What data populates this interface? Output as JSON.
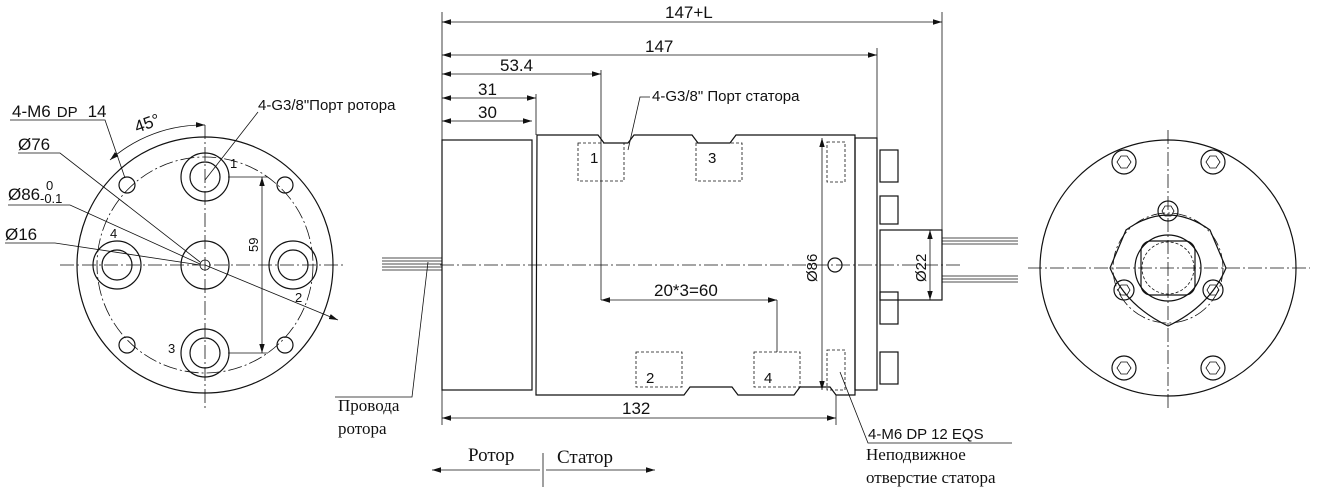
{
  "colors": {
    "line": "#111111",
    "background": "#ffffff"
  },
  "left_view": {
    "callout_m6": "4-M6",
    "callout_m6_dp": "DP",
    "callout_m6_depth": "14",
    "angle": "45°",
    "dia76": "Ø76",
    "dia86": "Ø86",
    "dia86_tol_upper": "0",
    "dia86_tol_lower": "-0.1",
    "dia16": "Ø16",
    "rotor_port": "4-G3/8\"Порт ротора",
    "dim59": "59",
    "port_labels": [
      "1",
      "2",
      "3",
      "4"
    ]
  },
  "side_view": {
    "dim_147L": "147+L",
    "dim_147": "147",
    "dim_53_4": "53.4",
    "dim_31": "31",
    "dim_30": "30",
    "stator_port": "4-G3/8\" Порт статора",
    "dim_pitch": "20*3=60",
    "dim_132": "132",
    "dia86": "Ø86",
    "dia22": "Ø22",
    "port_labels": [
      "1",
      "3",
      "2",
      "4"
    ],
    "rotor_wires": [
      "Провода",
      "ротора"
    ],
    "stator_hole_spec": "4-M6 DP 12 EQS",
    "stator_hole_desc": [
      "Неподвижное",
      "отверстие статора"
    ],
    "rotor": "Ротор",
    "stator": "Статор"
  }
}
